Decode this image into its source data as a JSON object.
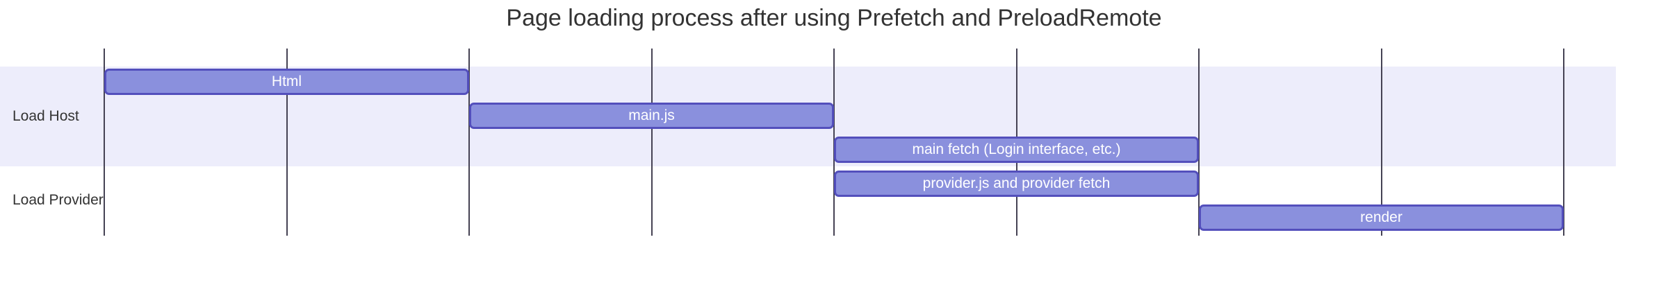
{
  "colors": {
    "task_fill": "#8a90dd",
    "task_border": "#534fbc",
    "task_text": "#ffffff",
    "section_band": "#ededfb",
    "alt_section_band": "#ffffff",
    "grid_line": "#454253",
    "title_text": "#333333"
  },
  "chart_data": {
    "type": "gantt",
    "title": "Page loading process after using Prefetch and PreloadRemote",
    "x_axis": {
      "tick_count": 9,
      "tick_labels_visible": false,
      "units_total": 8
    },
    "legend": "none",
    "sections": [
      {
        "name": "Load Host",
        "band": "s0",
        "rows": [
          0,
          1,
          2
        ]
      },
      {
        "name": "Load Provider",
        "band": "s1",
        "rows": [
          3,
          4
        ]
      }
    ],
    "tasks": [
      {
        "id": "html",
        "label": "Html",
        "section": "Load Host",
        "row": 0,
        "start": 0,
        "end": 2
      },
      {
        "id": "main-js",
        "label": "main.js",
        "section": "Load Host",
        "row": 1,
        "start": 2,
        "end": 4
      },
      {
        "id": "main-fetch",
        "label": "main fetch (Login interface, etc.)",
        "section": "Load Host",
        "row": 2,
        "start": 4,
        "end": 6
      },
      {
        "id": "provider-fetch",
        "label": "provider.js and provider fetch",
        "section": "Load Provider",
        "row": 3,
        "start": 4,
        "end": 6
      },
      {
        "id": "render",
        "label": "render",
        "section": "Load Provider",
        "row": 4,
        "start": 6,
        "end": 8
      }
    ]
  }
}
